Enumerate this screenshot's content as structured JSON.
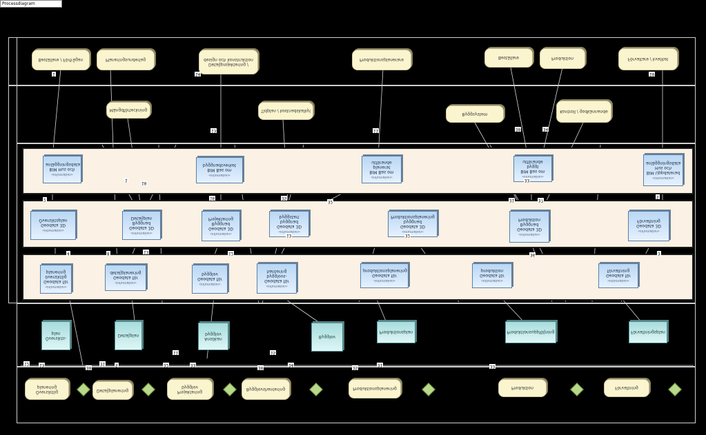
{
  "diagram": {
    "title": "Processdiagram",
    "notes_top": [
      "Beställare / Förfrågan",
      "Planeringsunderlag",
      "Detaljprojektering / design och konstruktion",
      "Produktionsplanerare",
      "Beställare",
      "Produktion",
      "Förvaltare / kvalitet"
    ],
    "notes_mid": [
      "Mängdförteckning",
      "Tidplan / kostnadskalkyl",
      "Byggsystem",
      "Kontroll / godkännande"
    ],
    "lane1_boxes": [
      {
        "stereo": "«information»",
        "label": "BIM Hus och anläggningsdata"
      },
      {
        "stereo": "«information»",
        "label": "BIM Bas om byggnadsverket"
      },
      {
        "stereo": "«information»",
        "label": "BIM Bas om planerat utförande"
      },
      {
        "stereo": "«information»",
        "label": "BIM Bas om byggt utförande"
      },
      {
        "stereo": "«information»",
        "label": "BIM Uppdaterad Hus och anläggningsdata"
      }
    ],
    "lane2_boxes": [
      {
        "stereo": "«information»",
        "label": "Geodata 3D Översiktsplan"
      },
      {
        "stereo": "«information»",
        "label": "Geodata 3D Byggnad Detaljplan"
      },
      {
        "stereo": "«information»",
        "label": "Geodata 3D Byggnad Projektering"
      },
      {
        "stereo": "«information»",
        "label": "Geodata 3D byggnad byggstart"
      },
      {
        "stereo": "«information»",
        "label": "Geodata 3D byggnad Produktionsplanering"
      },
      {
        "stereo": "«information»",
        "label": "Geodata 3D Byggnad Produktion"
      },
      {
        "stereo": "«information»",
        "label": "Geodata 3D Förvaltning"
      }
    ],
    "lane3_boxes": [
      {
        "stereo": "«information»",
        "label": "Geodata för översiktlig planering"
      },
      {
        "stereo": "«information»",
        "label": "Geodata för detaljplanering"
      },
      {
        "stereo": "«information»",
        "label": "Geodata för bygglov"
      },
      {
        "stereo": "«information»",
        "label": "Geodata för bygglovs-hantering"
      },
      {
        "stereo": "«information»",
        "label": "Geodata för produktionsplanering"
      },
      {
        "stereo": "«information»",
        "label": "Geodata för produktion"
      },
      {
        "stereo": "«information»",
        "label": "Geodata för förvaltning"
      }
    ],
    "artifacts": [
      "Översikts-plan",
      "Detaljplan",
      "Ansökan bygglov",
      "Bygglov",
      "Produktionsplan",
      "Produktionsuppföljning",
      "Förvaltningsplan"
    ],
    "notes_bottom": [
      "Översiktlig planering",
      "Detaljplanering",
      "Projektering bygglov",
      "Bygglovshantering",
      "Produktionsplanering",
      "Produktion",
      "Förvaltning"
    ],
    "numbers": [
      "1",
      "14",
      "10",
      "13",
      "11",
      "30",
      "33",
      "34",
      "1",
      "10",
      "16",
      "35",
      "32",
      "31",
      "37",
      "2",
      "5",
      "13",
      "12",
      "13",
      "32",
      "36",
      "3",
      "4",
      "8",
      "11",
      "15",
      "12",
      "13",
      "30",
      "31",
      "5",
      "32",
      "33",
      "30",
      "34",
      "35",
      "31",
      "33"
    ]
  }
}
